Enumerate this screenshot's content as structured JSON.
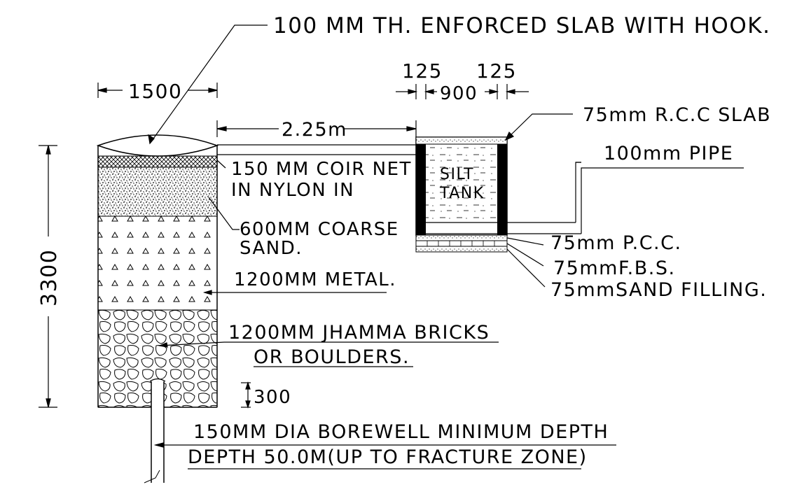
{
  "labels": {
    "slab_hook": "100 MM TH. ENFORCED SLAB WITH HOOK.",
    "dim_125_left": "125",
    "dim_125_right": "125",
    "dim_1500": "1500",
    "dim_900": "900",
    "rcc_slab": "75mm R.C.C SLAB",
    "dim_225m": "2.25m",
    "pipe": "100mm PIPE",
    "coir_line1": "150 MM COIR NET",
    "coir_line2": "IN NYLON IN",
    "silt_line1": "SILT",
    "silt_line2": "TANK",
    "dim_3300": "3300",
    "coarse_line1": "600MM COARSE",
    "coarse_line2": "SAND.",
    "pcc": "75mm P.C.C.",
    "fbs": "75mmF.B.S.",
    "sand_filling": "75mmSAND FILLING.",
    "metal": "1200MM METAL.",
    "bricks_line1": "1200MM JHAMMA BRICKS",
    "bricks_line2": "OR BOULDERS.",
    "dim_300": "300",
    "borewell_line1": "150MM DIA BOREWELL MINIMUM DEPTH",
    "borewell_line2": "DEPTH 50.0M(UP TO FRACTURE ZONE)"
  }
}
